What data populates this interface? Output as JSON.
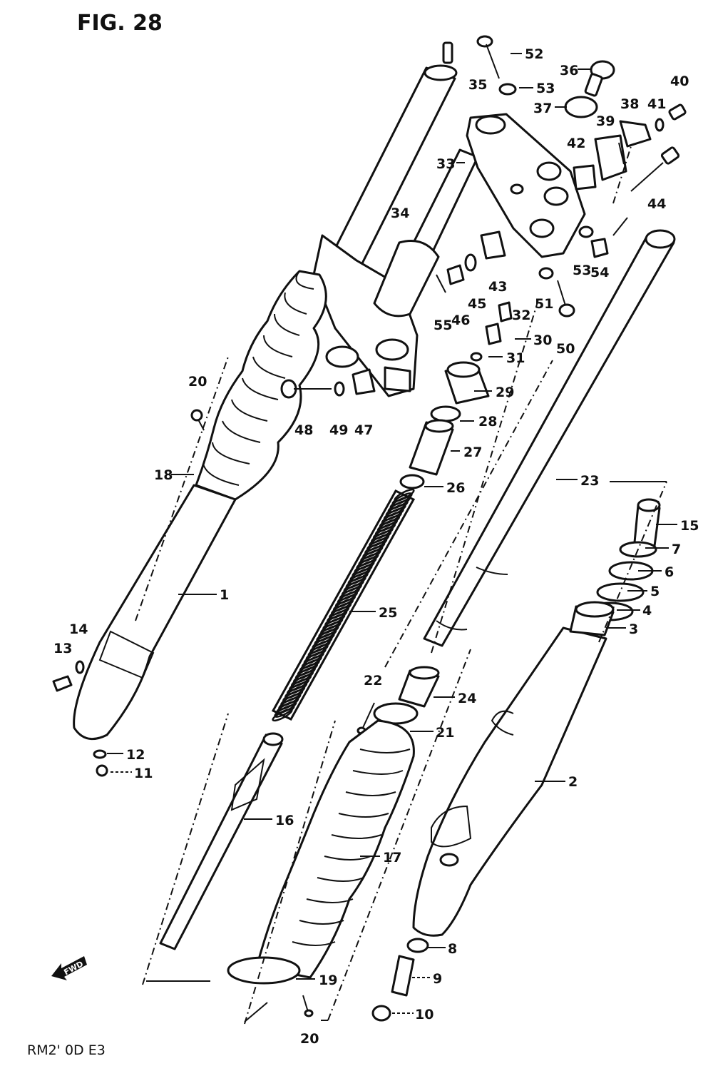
{
  "figure": {
    "title": "FIG. 28",
    "footer": "RM2' 0D E3",
    "fwd_label": "FWD"
  },
  "callouts": [
    {
      "id": "c1",
      "text": "1"
    },
    {
      "id": "c2",
      "text": "2"
    },
    {
      "id": "c3",
      "text": "3"
    },
    {
      "id": "c4",
      "text": "4"
    },
    {
      "id": "c5",
      "text": "5"
    },
    {
      "id": "c6",
      "text": "6"
    },
    {
      "id": "c7",
      "text": "7"
    },
    {
      "id": "c8",
      "text": "8"
    },
    {
      "id": "c9",
      "text": "9"
    },
    {
      "id": "c10",
      "text": "10"
    },
    {
      "id": "c11",
      "text": "11"
    },
    {
      "id": "c12",
      "text": "12"
    },
    {
      "id": "c13",
      "text": "13"
    },
    {
      "id": "c14",
      "text": "14"
    },
    {
      "id": "c15",
      "text": "15"
    },
    {
      "id": "c16",
      "text": "16"
    },
    {
      "id": "c17",
      "text": "17"
    },
    {
      "id": "c18",
      "text": "18"
    },
    {
      "id": "c19",
      "text": "19"
    },
    {
      "id": "c20a",
      "text": "20"
    },
    {
      "id": "c20b",
      "text": "20"
    },
    {
      "id": "c21",
      "text": "21"
    },
    {
      "id": "c22",
      "text": "22"
    },
    {
      "id": "c23",
      "text": "23"
    },
    {
      "id": "c24",
      "text": "24"
    },
    {
      "id": "c25",
      "text": "25"
    },
    {
      "id": "c26",
      "text": "26"
    },
    {
      "id": "c27",
      "text": "27"
    },
    {
      "id": "c28",
      "text": "28"
    },
    {
      "id": "c29",
      "text": "29"
    },
    {
      "id": "c30",
      "text": "30"
    },
    {
      "id": "c31",
      "text": "31"
    },
    {
      "id": "c32",
      "text": "32"
    },
    {
      "id": "c33",
      "text": "33"
    },
    {
      "id": "c34",
      "text": "34"
    },
    {
      "id": "c35",
      "text": "35"
    },
    {
      "id": "c36",
      "text": "36"
    },
    {
      "id": "c37",
      "text": "37"
    },
    {
      "id": "c38",
      "text": "38"
    },
    {
      "id": "c39",
      "text": "39"
    },
    {
      "id": "c40",
      "text": "40"
    },
    {
      "id": "c41",
      "text": "41"
    },
    {
      "id": "c42",
      "text": "42"
    },
    {
      "id": "c43",
      "text": "43"
    },
    {
      "id": "c44",
      "text": "44"
    },
    {
      "id": "c45",
      "text": "45"
    },
    {
      "id": "c46",
      "text": "46"
    },
    {
      "id": "c47",
      "text": "47"
    },
    {
      "id": "c48",
      "text": "48"
    },
    {
      "id": "c49",
      "text": "49"
    },
    {
      "id": "c50",
      "text": "50"
    },
    {
      "id": "c51",
      "text": "51"
    },
    {
      "id": "c52",
      "text": "52"
    },
    {
      "id": "c53a",
      "text": "53"
    },
    {
      "id": "c53b",
      "text": "53"
    },
    {
      "id": "c54",
      "text": "54"
    },
    {
      "id": "c55",
      "text": "55"
    }
  ]
}
